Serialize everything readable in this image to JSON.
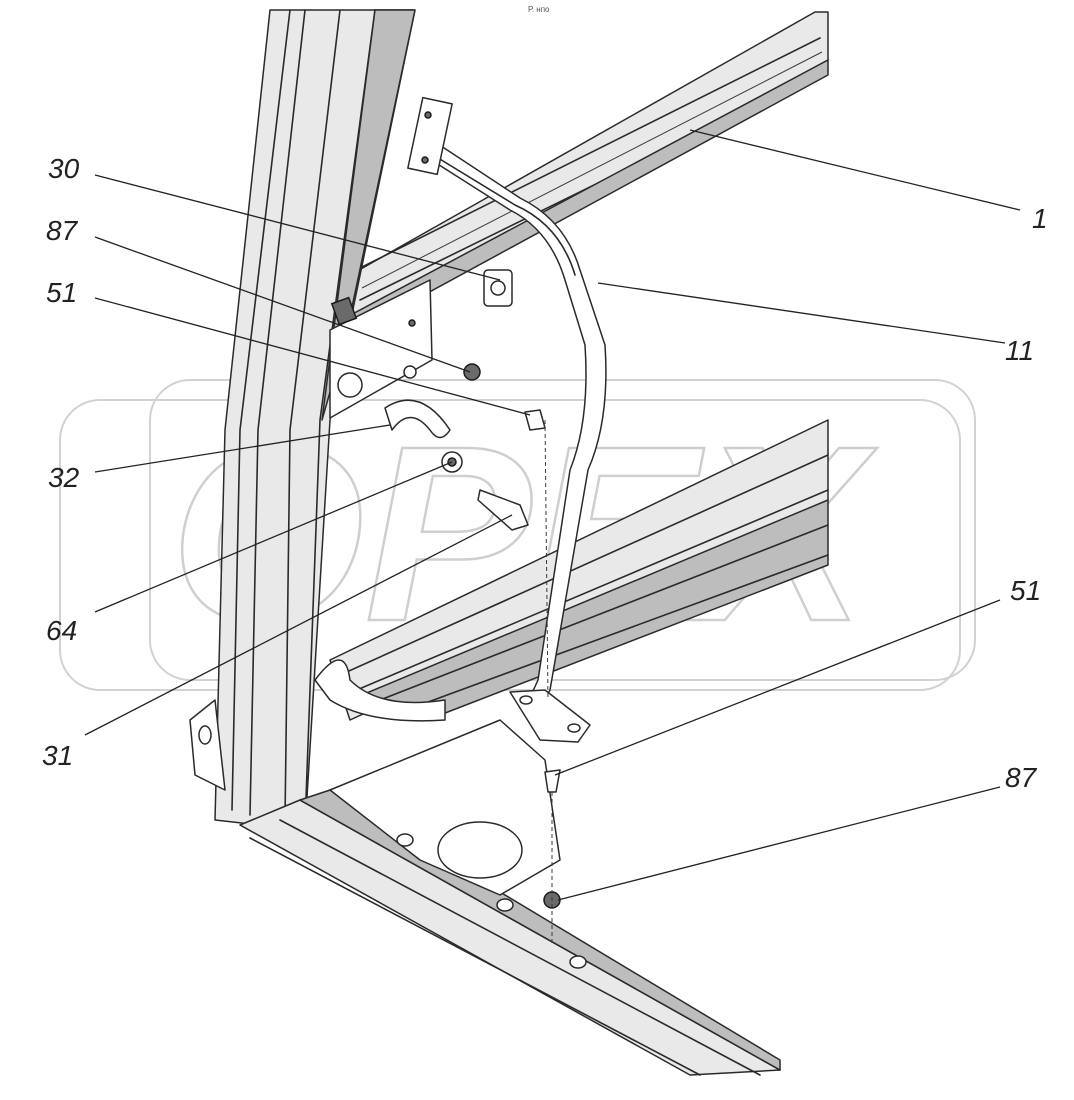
{
  "header_note": "Р. нпо",
  "watermark": {
    "text": "OPEX"
  },
  "callouts": [
    {
      "id": "c-30",
      "label": "30"
    },
    {
      "id": "c-87-top",
      "label": "87"
    },
    {
      "id": "c-51-top",
      "label": "51"
    },
    {
      "id": "c-32",
      "label": "32"
    },
    {
      "id": "c-64",
      "label": "64"
    },
    {
      "id": "c-31",
      "label": "31"
    },
    {
      "id": "c-1",
      "label": "1"
    },
    {
      "id": "c-11",
      "label": "11"
    },
    {
      "id": "c-51-bottom",
      "label": "51"
    },
    {
      "id": "c-87-bottom",
      "label": "87"
    }
  ]
}
